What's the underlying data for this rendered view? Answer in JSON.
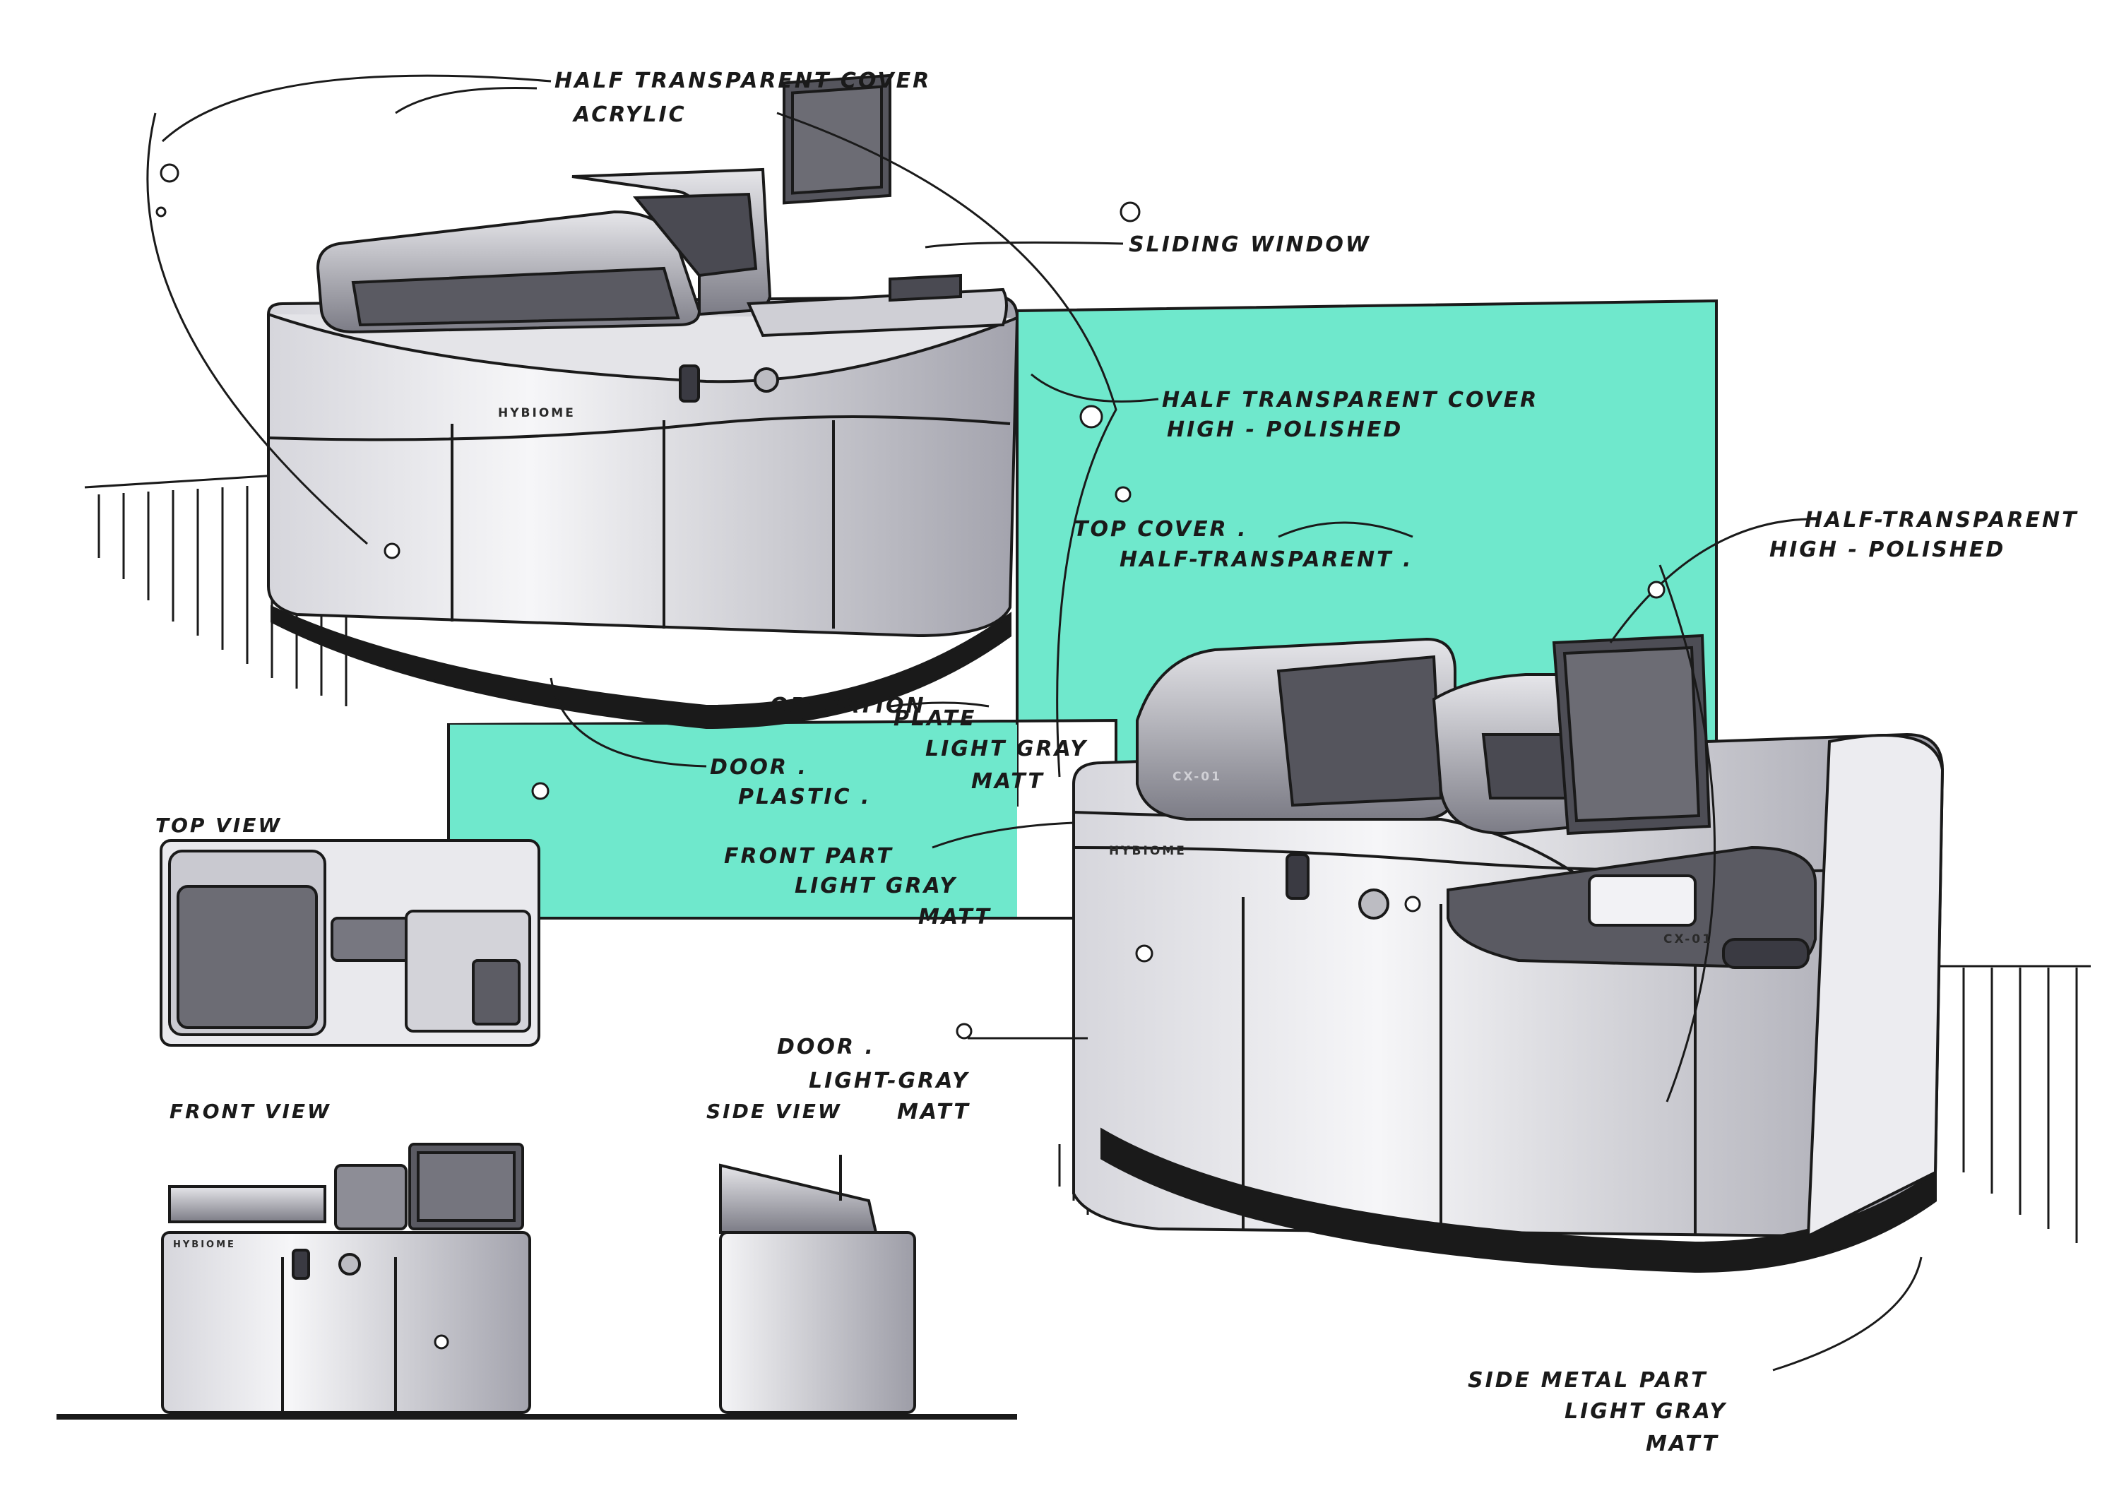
{
  "colors": {
    "panel": "#6fe8cc",
    "body_light": "#f1f1f4",
    "body_shade": "#9a9aa4",
    "cover_dark": "#6a6a72",
    "ink": "#1a1a1a"
  },
  "brand": "HYBIOME",
  "model": "CX-01",
  "views": {
    "top": "TOP VIEW",
    "front": "FRONT VIEW",
    "side": "SIDE VIEW"
  },
  "annotations": {
    "cover_acrylic": [
      "HALF TRANSPARENT COVER",
      "ACRYLIC"
    ],
    "sliding_window": "SLIDING WINDOW",
    "cover_polished": [
      "HALF TRANSPARENT COVER",
      "HIGH - POLISHED"
    ],
    "top_cover": [
      "TOP COVER .",
      "HALF-TRANSPARENT ."
    ],
    "half_polished": [
      "HALF-TRANSPARENT",
      "HIGH - POLISHED"
    ],
    "operation_plate": [
      "OPERATION",
      "PLATE",
      "LIGHT GRAY",
      "MATT"
    ],
    "door_plastic": [
      "DOOR .",
      "PLASTIC ."
    ],
    "front_part": [
      "FRONT PART",
      "LIGHT GRAY",
      "MATT"
    ],
    "door_gray": [
      "DOOR .",
      "LIGHT-GRAY",
      "MATT"
    ],
    "side_metal": [
      "SIDE METAL PART",
      "LIGHT GRAY",
      "MATT"
    ]
  }
}
